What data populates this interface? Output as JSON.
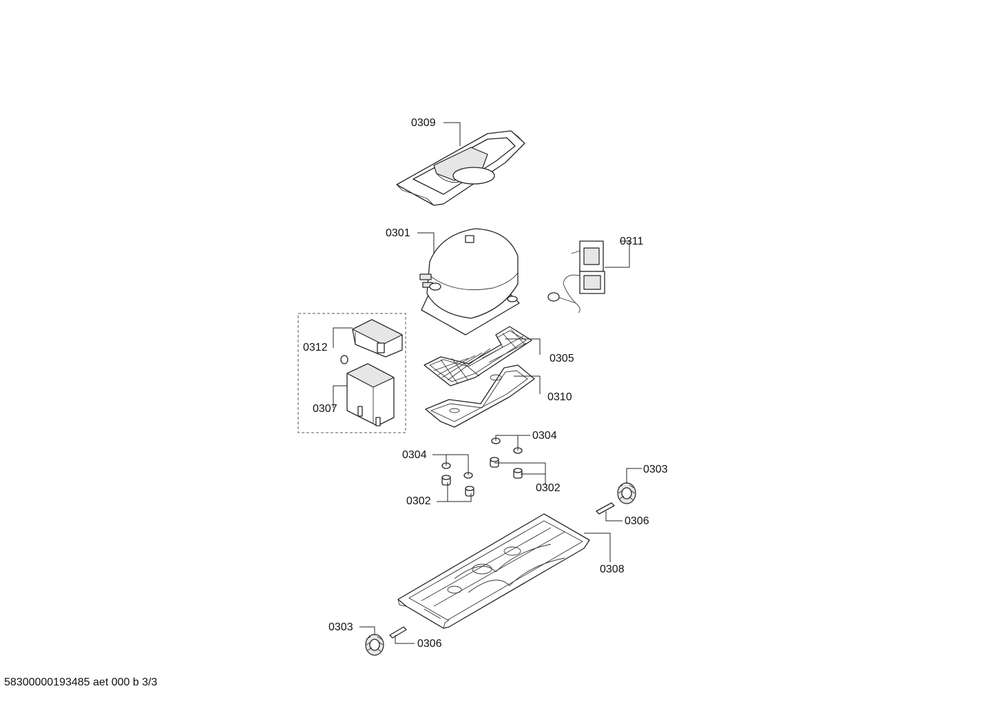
{
  "document_id": "58300000193485 aet 000 b 3/3",
  "callouts": {
    "c0309": "0309",
    "c0301": "0301",
    "c0311": "0311",
    "c0312": "0312",
    "c0305": "0305",
    "c0310": "0310",
    "c0307": "0307",
    "c0304a": "0304",
    "c0304b": "0304",
    "c0302a": "0302",
    "c0302b": "0302",
    "c0303a": "0303",
    "c0306a": "0306",
    "c0308": "0308",
    "c0303b": "0303",
    "c0306b": "0306"
  }
}
